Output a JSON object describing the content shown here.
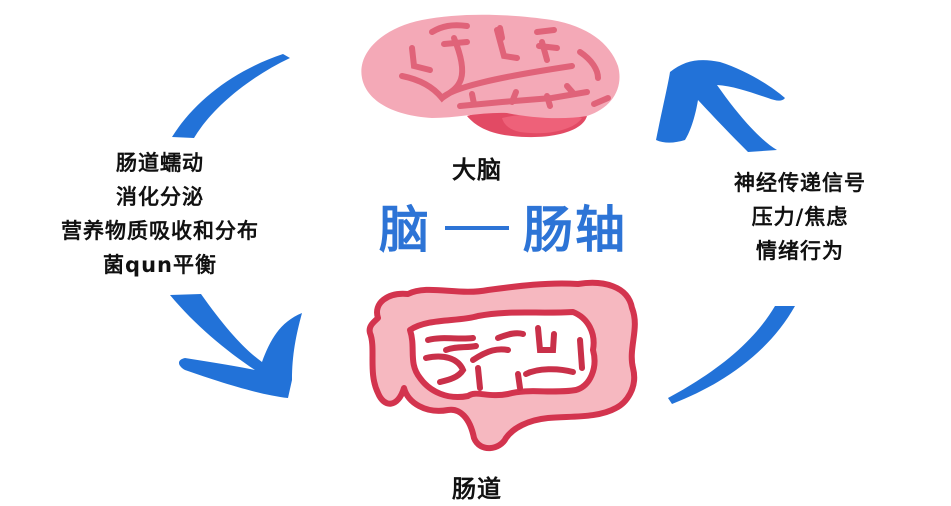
{
  "diagram": {
    "title": {
      "left": "脑",
      "right": "肠轴",
      "full": "脑—肠轴",
      "color": "#2d74d6"
    },
    "nodes": {
      "brain": {
        "label": "大脑",
        "icon": "brain-icon",
        "color": "#f2a7b4"
      },
      "gut": {
        "label": "肠道",
        "icon": "intestine-icon",
        "color": "#f6b8c0"
      }
    },
    "left_functions": {
      "items": [
        {
          "label": "肠道蠕动"
        },
        {
          "label": "消化分泌"
        },
        {
          "label": "营养物质吸收和分布"
        },
        {
          "label": "菌qun平衡"
        }
      ]
    },
    "right_functions": {
      "items": [
        {
          "label": "神经传递信号"
        },
        {
          "label": "压力/焦虑"
        },
        {
          "label": "情绪行为"
        }
      ]
    },
    "arrows": {
      "color": "#2272d8",
      "left": "brain-to-gut (downward, counter-clockwise)",
      "right": "gut-to-brain (upward)"
    }
  }
}
